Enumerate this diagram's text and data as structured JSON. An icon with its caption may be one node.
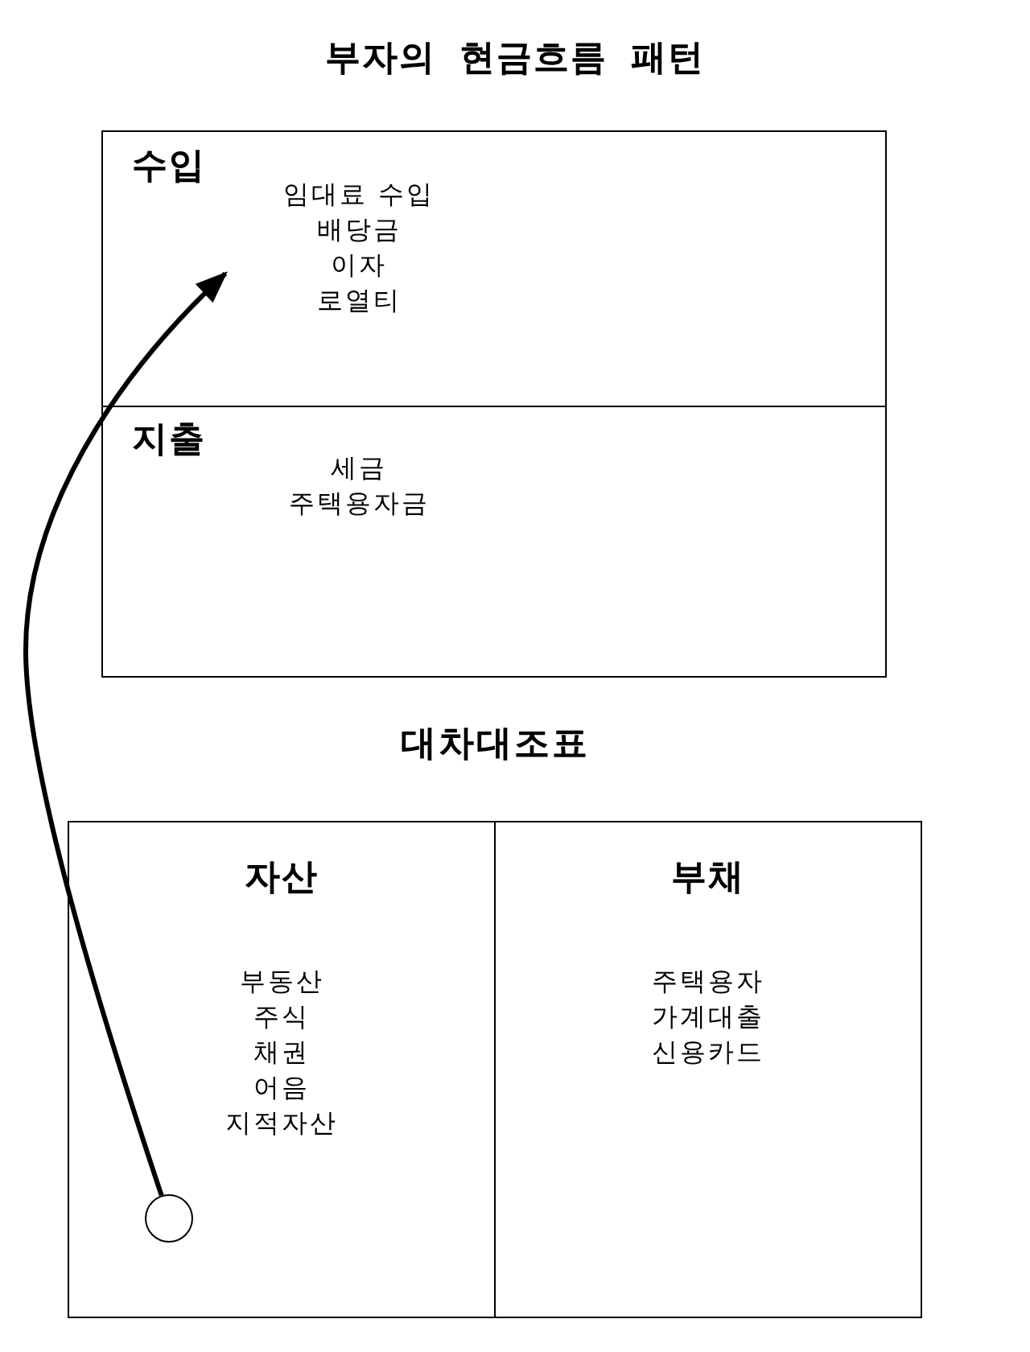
{
  "diagram": {
    "title": "부자의 현금흐름 패턴",
    "nodes": [
      {
        "text": [],
        "shape": "box"
      },
      {
        "text": [
          "수입",
          "임대료 수입",
          "배당금",
          "이자",
          "로열티"
        ],
        "in": 0
      },
      {
        "text": [
          "지출",
          "세금",
          "주택용자금"
        ],
        "in": 0
      },
      {
        "text": [
          "대차대조표"
        ]
      },
      {
        "text": [
          "자산",
          "부동산",
          "주식",
          "채권",
          "어음",
          "지적자산"
        ],
        "in": 3
      },
      {
        "text": [
          "부채",
          "주택용자",
          "가계대출",
          "신용카드"
        ],
        "in": 3
      },
      {
        "text": [],
        "shape": "circle",
        "in": 4
      }
    ],
    "edges": [
      {
        "from": 6,
        "to": 1,
        "arrow": "to"
      }
    ]
  }
}
